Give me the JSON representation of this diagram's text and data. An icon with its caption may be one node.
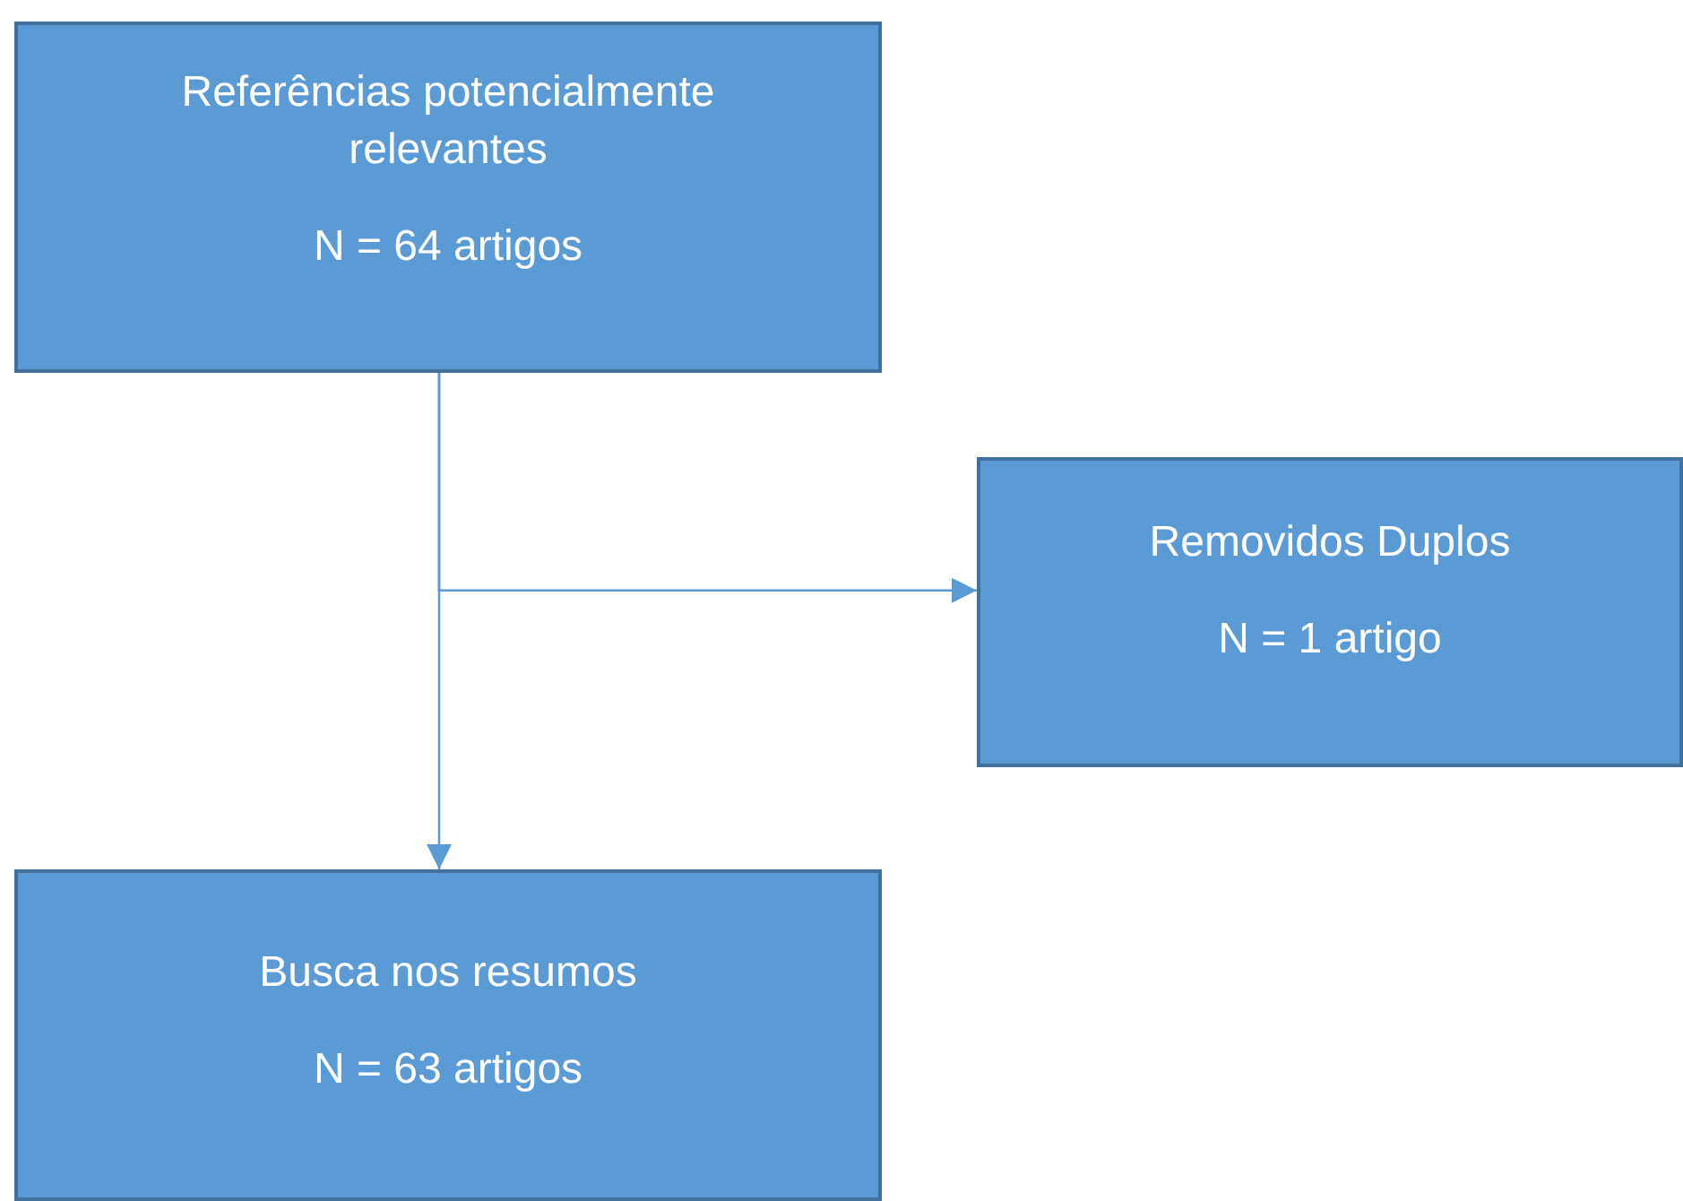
{
  "diagram": {
    "nodes": [
      {
        "text": [
          "Referências potencialmente relevantes",
          "N = 64 artigos"
        ]
      },
      {
        "text": [
          "Removidos Duplos",
          "N = 1 artigo"
        ]
      },
      {
        "text": [
          "Busca nos resumos",
          "N = 63 artigos"
        ]
      }
    ],
    "edges": [
      {
        "from": 0,
        "to": 2,
        "arrow": "to"
      },
      {
        "from": 0,
        "to": 1,
        "arrow": "to"
      }
    ]
  }
}
